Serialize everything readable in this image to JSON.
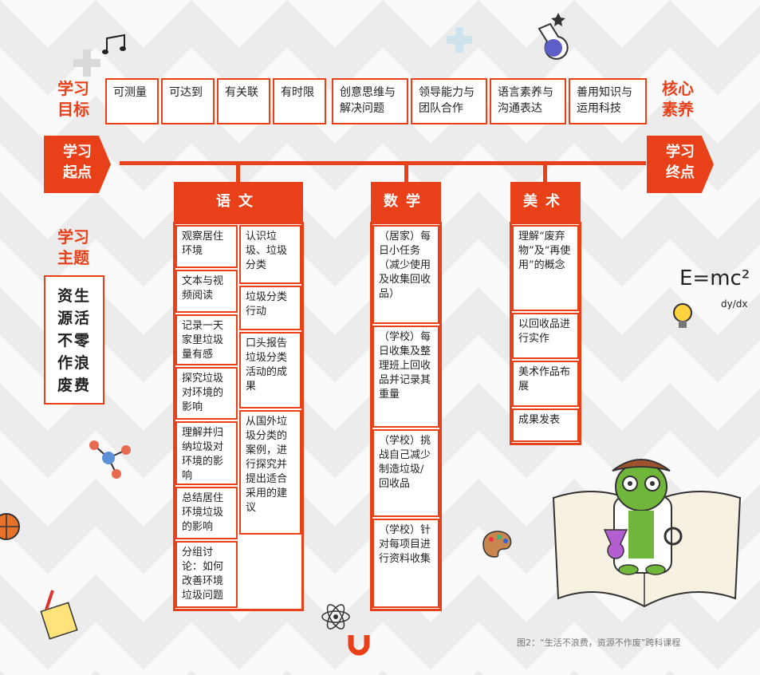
{
  "left_labels": {
    "goals": [
      "学习",
      "目标"
    ],
    "start": [
      "学习",
      "起点"
    ],
    "theme": [
      "学习",
      "主题"
    ]
  },
  "right_labels": {
    "core": [
      "核心",
      "素养"
    ],
    "end": [
      "学习",
      "终点"
    ]
  },
  "goals": [
    "可测量",
    "可达到",
    "有关联",
    "有时限"
  ],
  "competencies": [
    [
      "创意思维与",
      "解决问题"
    ],
    [
      "领导能力与",
      "团队合作"
    ],
    [
      "语言素养与",
      "沟通表达"
    ],
    [
      "善用知识与",
      "运用科技"
    ]
  ],
  "theme_lines": [
    "资生",
    "源活",
    "不零",
    "作浪",
    "废费"
  ],
  "subjects": {
    "chinese": {
      "title": "语文",
      "left": [
        "观察居住环境",
        "文本与视频阅读",
        "记录一天家里垃圾量有感",
        "探究垃圾对环境的影响",
        "理解并归纳垃圾对环境的影响",
        "总结居住环境垃圾的影响",
        "分组讨论：如何改善环境垃圾问题"
      ],
      "right": [
        "认识垃圾、垃圾分类",
        "垃圾分类行动",
        "口头报告垃圾分类活动的成果",
        "从国外垃圾分类的案例，进行探究并提出适合采用的建议"
      ]
    },
    "math": {
      "title": "数学",
      "items": [
        "（居家）每日小任务（减少使用及收集回收品）",
        "（学校）每日收集及整理班上回收品并记录其重量",
        "（学校）挑战自己减少制造垃圾/回收品",
        "（学校）针对每项目进行资料收集"
      ]
    },
    "art": {
      "title": "美术",
      "items": [
        "理解“废弃物”及“再使用”的概念",
        "以回收品进行实作",
        "美术作品布展",
        "成果发表"
      ]
    }
  },
  "equation": "E=mc²",
  "derivative": "dy/dx",
  "caption": "图2：“生活不浪费，资源不作废”跨科课程"
}
